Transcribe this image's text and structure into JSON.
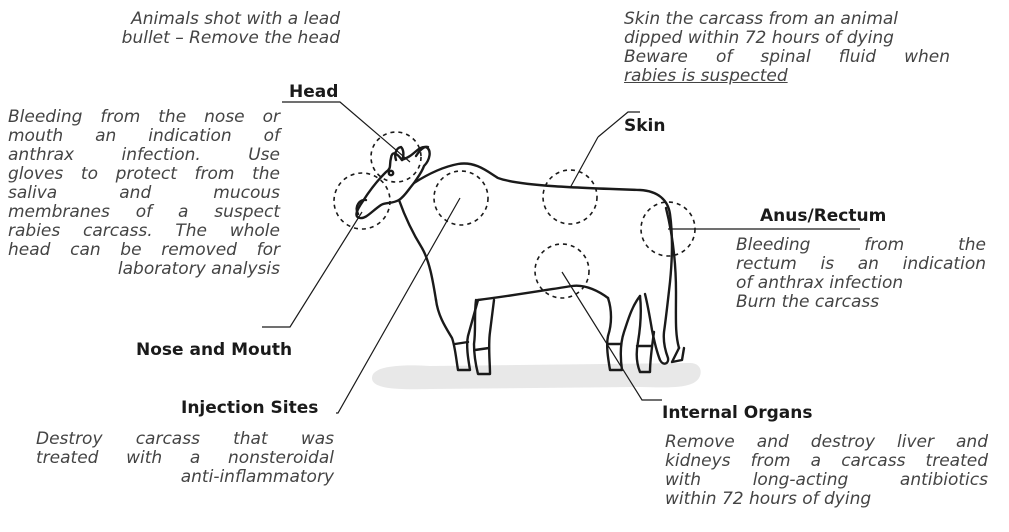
{
  "colors": {
    "outline": "#1a1a1a",
    "text": "#444444",
    "ground": "#e8e8e8"
  },
  "callouts": [
    {
      "id": "head",
      "label": "Head",
      "note_lines": [
        "Animals shot with a lead",
        "bullet – Remove the head"
      ]
    },
    {
      "id": "nose_mouth",
      "label": "Nose and Mouth",
      "note_lines": [
        "Bleeding from the nose or",
        "mouth an indication of",
        "anthrax infection. Use",
        "gloves to protect from the",
        "saliva and mucous",
        "membranes of a suspect",
        "rabies carcass. The whole",
        "head can be removed for",
        "laboratory analysis"
      ]
    },
    {
      "id": "injection_sites",
      "label": "Injection Sites",
      "note_lines": [
        "Destroy carcass that was",
        "treated with a nonsteroidal",
        "anti-inflammatory"
      ]
    },
    {
      "id": "skin",
      "label": "Skin",
      "note_lines": [
        "Skin the carcass from an animal",
        "dipped within 72 hours of dying",
        "Beware of spinal fluid when",
        "rabies is suspected"
      ]
    },
    {
      "id": "anus_rectum",
      "label": "Anus/Rectum",
      "note_lines": [
        "Bleeding from the",
        "rectum is an indication",
        "of anthrax infection",
        "Burn the carcass"
      ]
    },
    {
      "id": "internal_organs",
      "label": "Internal Organs",
      "note_lines": [
        "Remove and destroy liver and",
        "kidneys from a carcass treated",
        "with long-acting antibiotics",
        "within 72 hours of dying"
      ]
    }
  ]
}
